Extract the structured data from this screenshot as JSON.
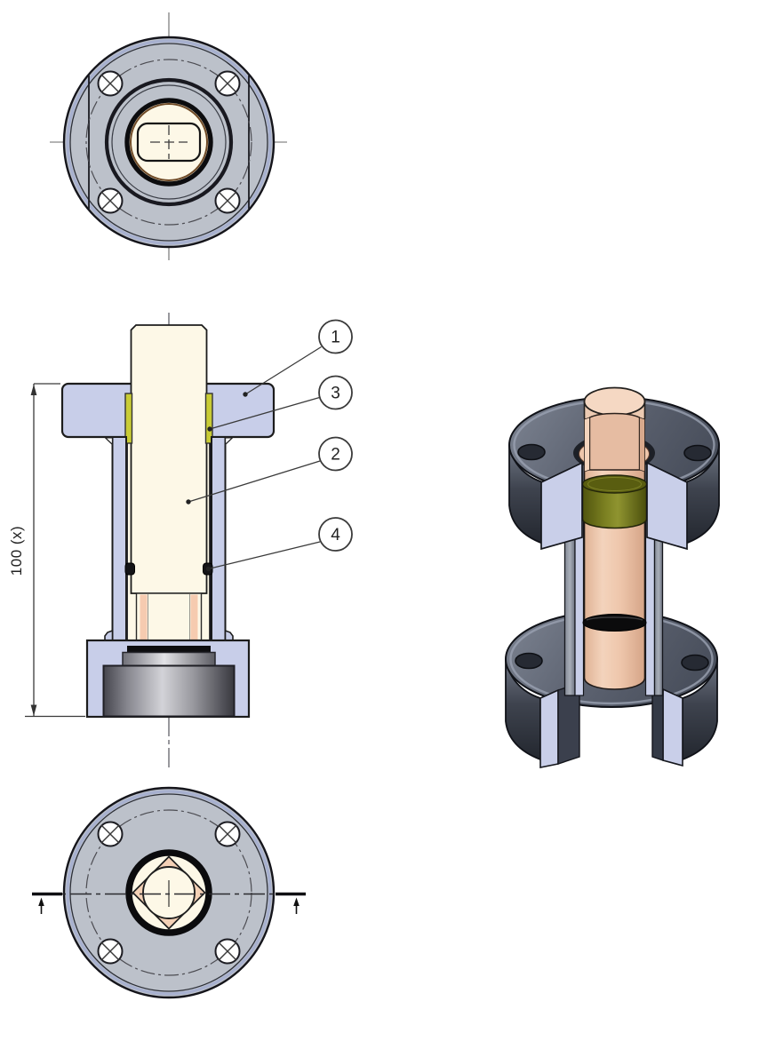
{
  "drawing": {
    "dimension": {
      "label": "100 (x)"
    },
    "balloons": [
      {
        "label": "1"
      },
      {
        "label": "3"
      },
      {
        "label": "2"
      },
      {
        "label": "4"
      }
    ],
    "colors": {
      "flange_gray": "#bcc1ca",
      "section_lavender": "#c8cee9",
      "shaft_cream": "#fdf8e7",
      "seal_yellow": "#c9cc35",
      "seal_olive_iso": "#6f7418",
      "oring_black": "#141417",
      "shaft_peach_iso": "#eec6ab",
      "iso_flange_slate": "#5c6270",
      "gland_metal_dark": "#45454d",
      "rim_blue": "#a7b0cf"
    }
  }
}
